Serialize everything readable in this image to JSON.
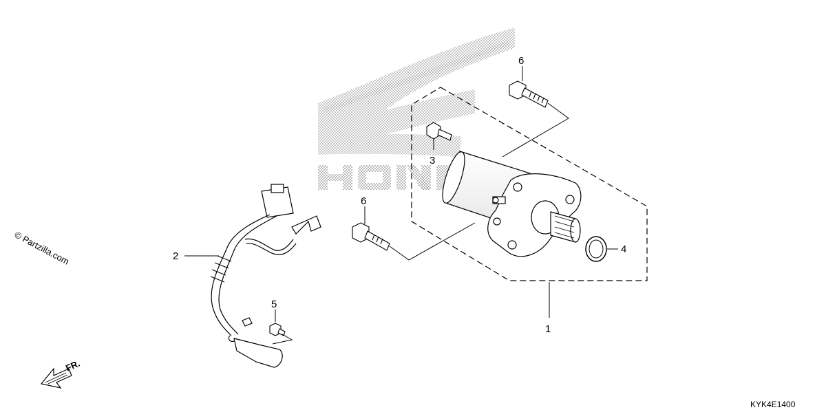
{
  "watermark": {
    "text": "© Partzilla.com"
  },
  "diagram_code": "KYK4E1400",
  "direction_label": "FR.",
  "brand_watermark": "HONDA",
  "callouts": [
    {
      "id": "c1",
      "label": "1"
    },
    {
      "id": "c2",
      "label": "2"
    },
    {
      "id": "c3",
      "label": "3"
    },
    {
      "id": "c4",
      "label": "4"
    },
    {
      "id": "c5",
      "label": "5"
    },
    {
      "id": "c6a",
      "label": "6"
    },
    {
      "id": "c6b",
      "label": "6"
    }
  ],
  "colors": {
    "ink": "#000000",
    "halftone": "#9a9a9a",
    "background": "#ffffff"
  }
}
